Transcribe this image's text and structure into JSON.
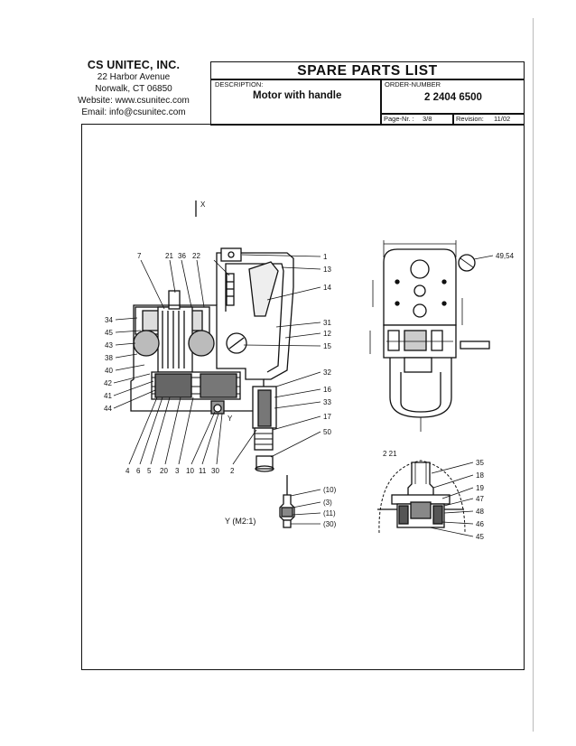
{
  "company": {
    "name": "CS UNITEC, INC.",
    "address": "22 Harbor Avenue",
    "city": "Norwalk, CT 06850",
    "website": "Website: www.csunitec.com",
    "email": "Email: info@csunitec.com"
  },
  "header": {
    "title": "SPARE PARTS LIST",
    "description_label": "DESCRIPTION:",
    "description_value": "Motor with handle",
    "order_label": "ORDER-NUMBER",
    "order_value": "2 2404 6500",
    "page_label": "Page-Nr. :",
    "page_value": "3/8",
    "revision_label": "Revision:",
    "revision_value": "11/02"
  },
  "drawing": {
    "axis_marker": "X",
    "detail_label": "Y",
    "detail_scale": "Y  (M2:1)",
    "dim_top": "49,54",
    "dim_corner": "2 21",
    "main_callouts_left": [
      "34",
      "45",
      "43",
      "38",
      "40",
      "42",
      "41",
      "44"
    ],
    "main_callouts_top": [
      "7",
      "21",
      "36",
      "22"
    ],
    "main_callouts_right": [
      "1",
      "13",
      "14",
      "31",
      "12",
      "15",
      "32",
      "16",
      "33",
      "17",
      "50"
    ],
    "main_callouts_bottom": [
      "4",
      "6",
      "5",
      "20",
      "3",
      "10",
      "11",
      "30",
      "2"
    ],
    "detail_y_callouts": [
      "(10)",
      "(3)",
      "(11)",
      "(30)"
    ],
    "section_callouts": [
      "35",
      "18",
      "19",
      "47",
      "48",
      "46",
      "45"
    ]
  }
}
